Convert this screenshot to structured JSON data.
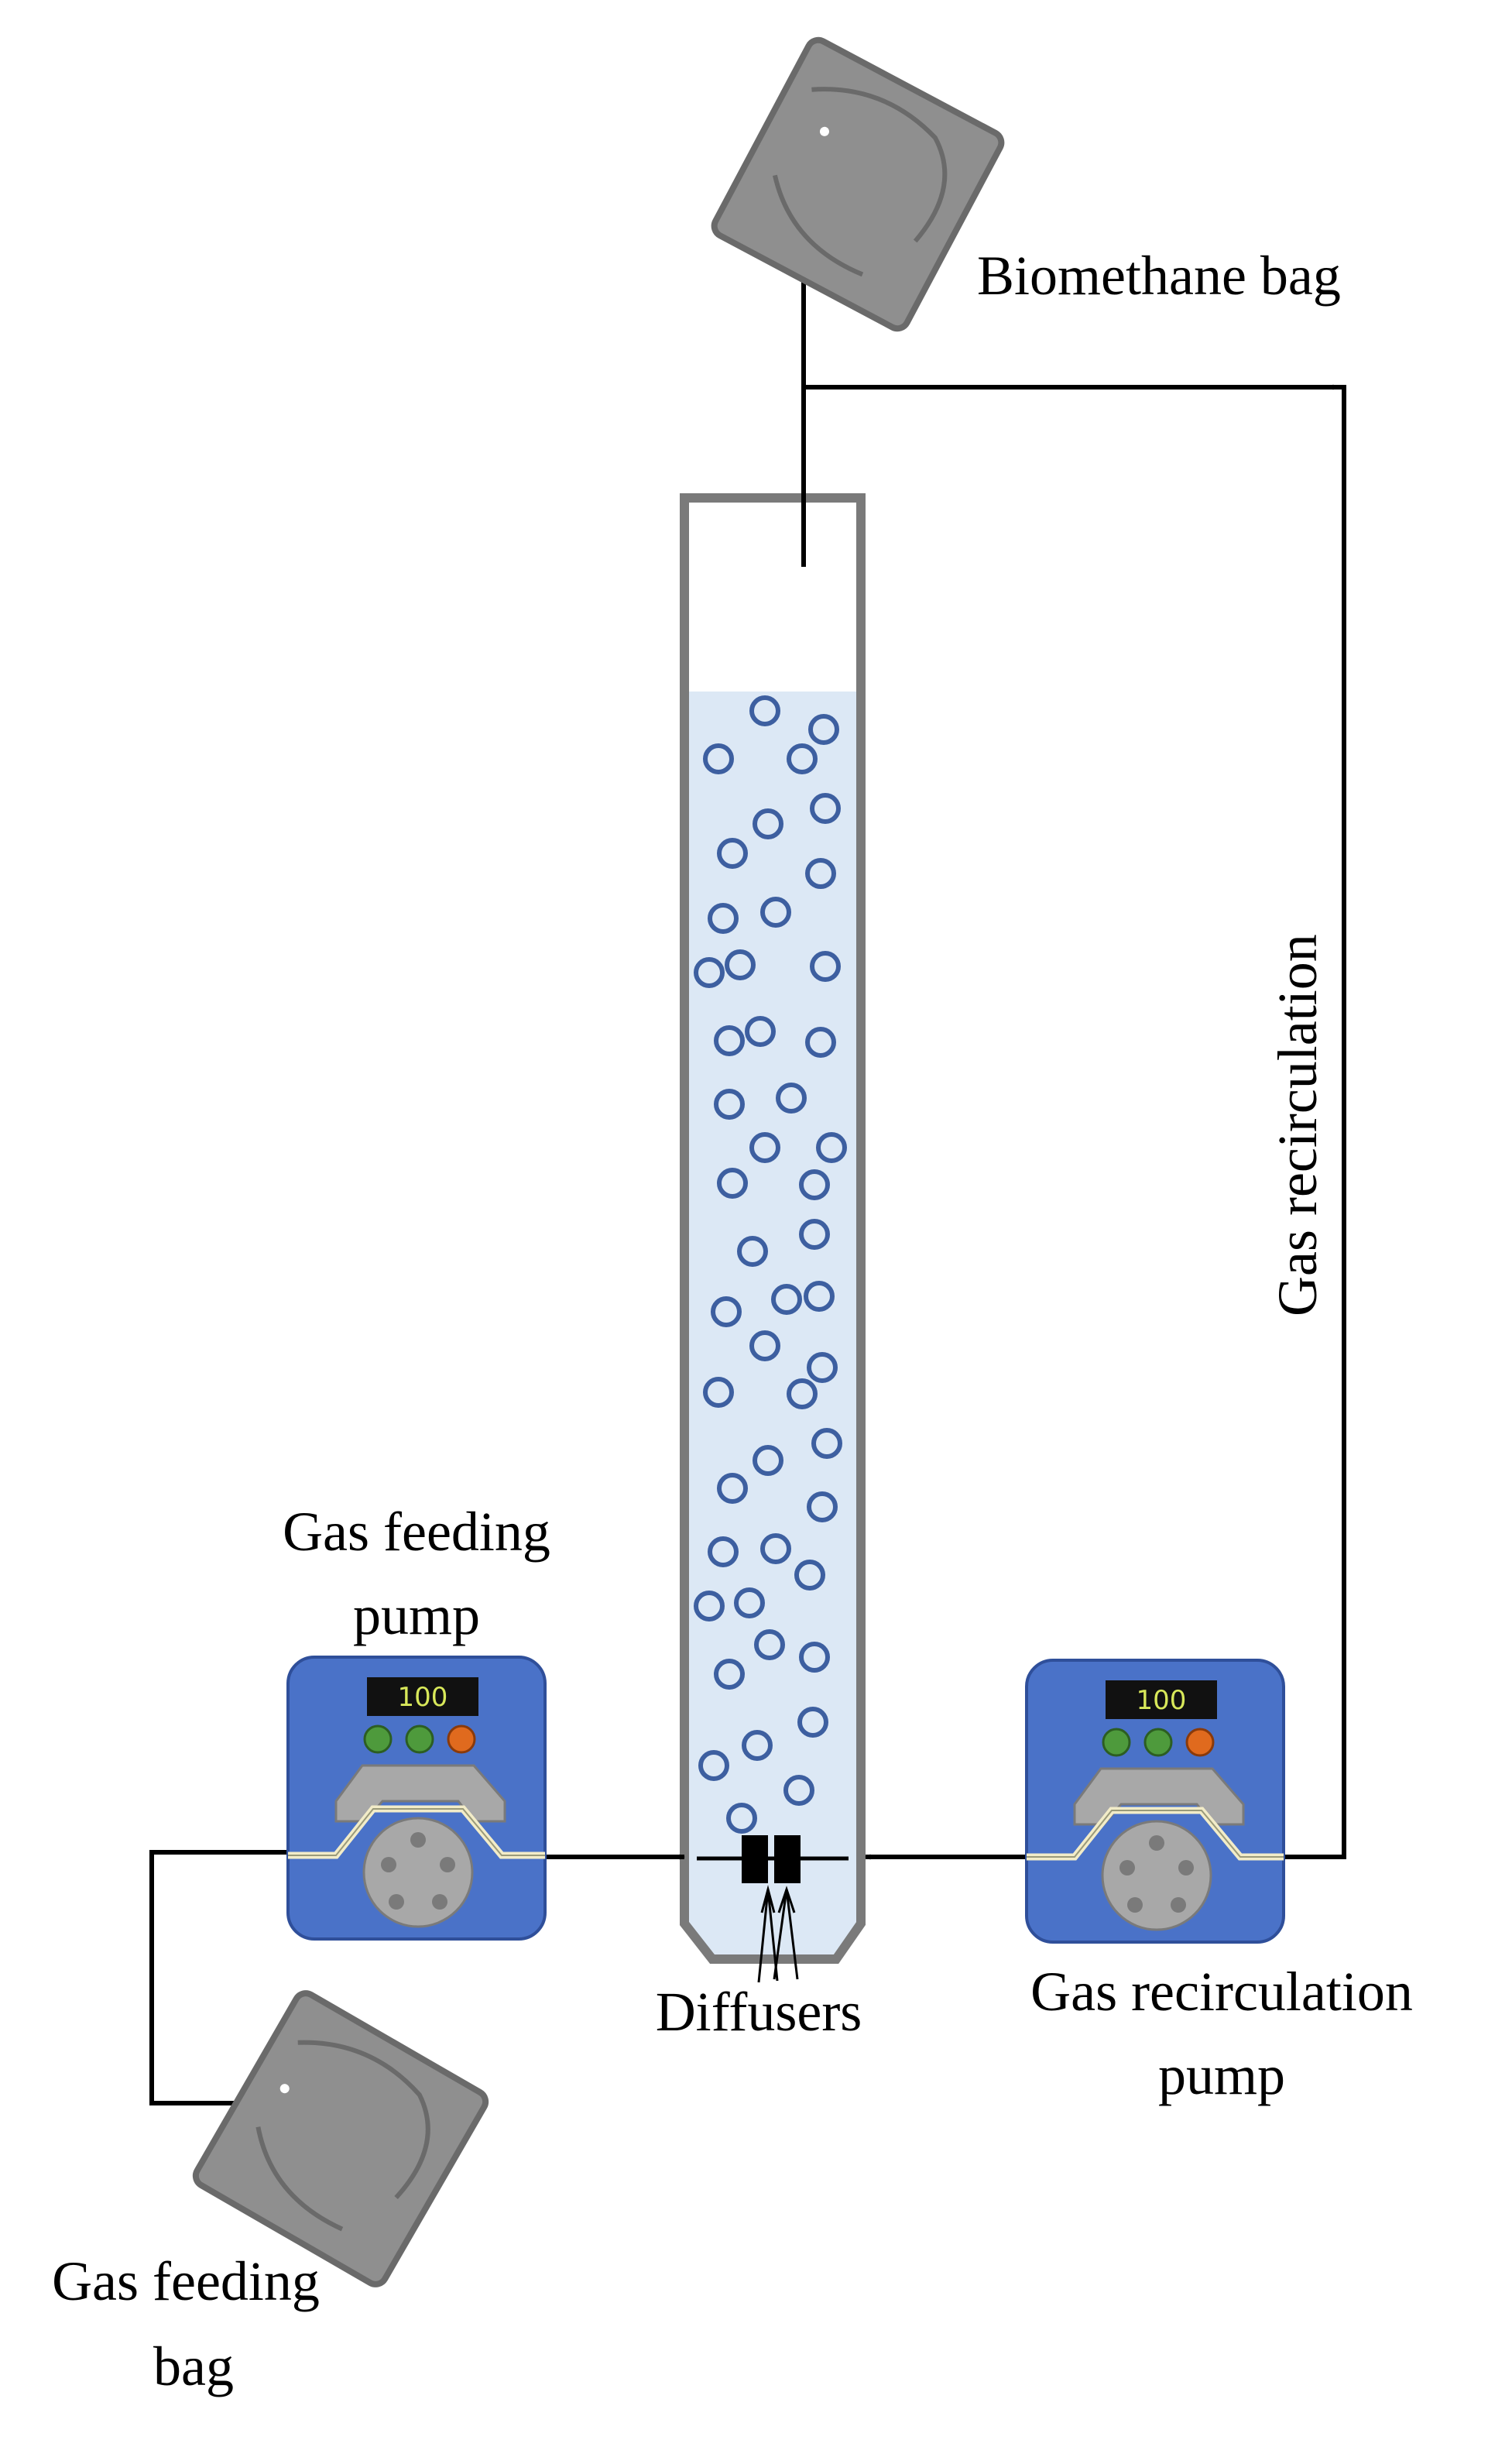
{
  "labels": {
    "biomethane_bag": "Biomethane bag",
    "gas_recirculation": "Gas recirculation",
    "gas_feeding_pump_l1": "Gas feeding",
    "gas_feeding_pump_l2": "pump",
    "gas_recirculation_pump_l1": "Gas recirculation",
    "gas_recirculation_pump_l2": "pump",
    "diffusers": "Diffusers",
    "gas_feeding_bag_l1": "Gas feeding",
    "gas_feeding_bag_l2": "bag"
  },
  "pumps": {
    "feeding_display": "100",
    "recirculation_display": "100"
  },
  "colors": {
    "pump_body": "#4a72c8",
    "pump_head": "#a8a8a8",
    "button_green": "#4e9a3c",
    "button_orange": "#e06a1e",
    "display_text": "#d8e85a",
    "liquid": "#dce8f5",
    "bubble": "#3d5fa0",
    "column_wall": "#7a7a7a",
    "bag": "#8f8f8f"
  }
}
